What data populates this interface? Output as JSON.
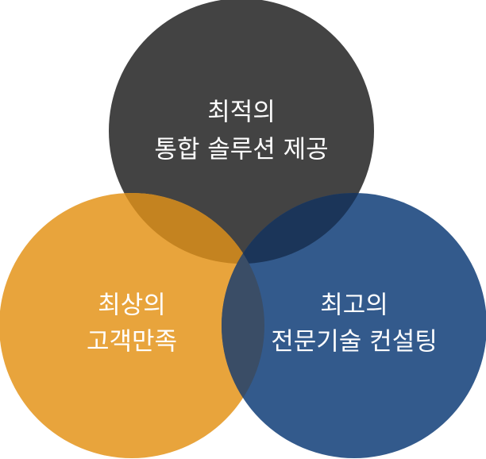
{
  "diagram": {
    "circles": [
      {
        "id": "top",
        "line1": "최적의",
        "line2": "통합 솔루션 제공",
        "color": "#434343"
      },
      {
        "id": "left",
        "line1": "최상의",
        "line2": "고객만족",
        "color": "#E8A43C"
      },
      {
        "id": "right",
        "line1": "최고의",
        "line2": "전문기술 컨설팅",
        "color": "#335A8C"
      }
    ],
    "overlap_colors": {
      "top_left": "#C48320",
      "top_right": "#1B3559",
      "left_right": "#3A4D66"
    }
  }
}
